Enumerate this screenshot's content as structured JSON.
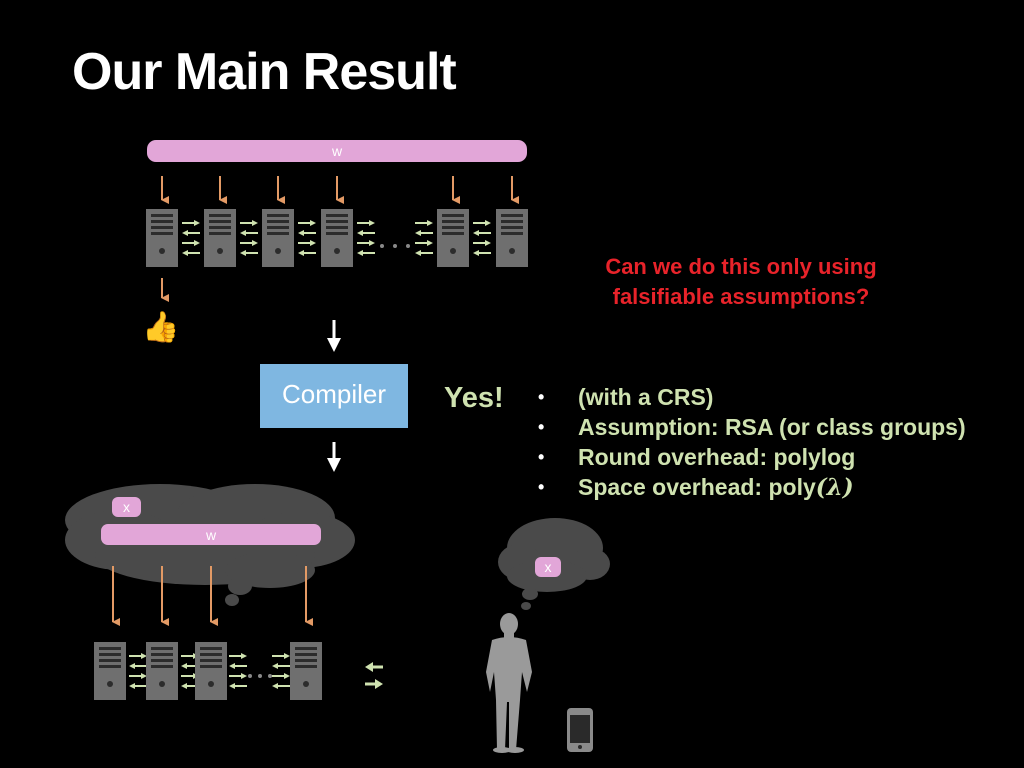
{
  "slide": {
    "title": "Our Main Result",
    "question_line1": "Can we do this only using",
    "question_line2": "falsifiable assumptions?",
    "compiler_label": "Compiler",
    "yes_label": "Yes!",
    "bullets": [
      {
        "text": "(with a CRS)"
      },
      {
        "text": "Assumption: RSA (or class groups)"
      },
      {
        "text": "Round overhead: polylog"
      },
      {
        "text": "Space overhead: poly",
        "suffix": "(λ)"
      }
    ],
    "top_bar_label": "w",
    "cloud_x_label": "x",
    "cloud_w_label": "w",
    "person_bubble_label": "x",
    "thumb_glyph": "👍"
  },
  "colors": {
    "background": "#000000",
    "title": "#ffffff",
    "question": "#e8232a",
    "answer": "#cfe2b0",
    "pill": "#e2a6d8",
    "compiler_box": "#7fb7e1",
    "arrow_orange": "#e39a65",
    "server": "#6f6f6f",
    "cloud": "#4a4a4a"
  }
}
